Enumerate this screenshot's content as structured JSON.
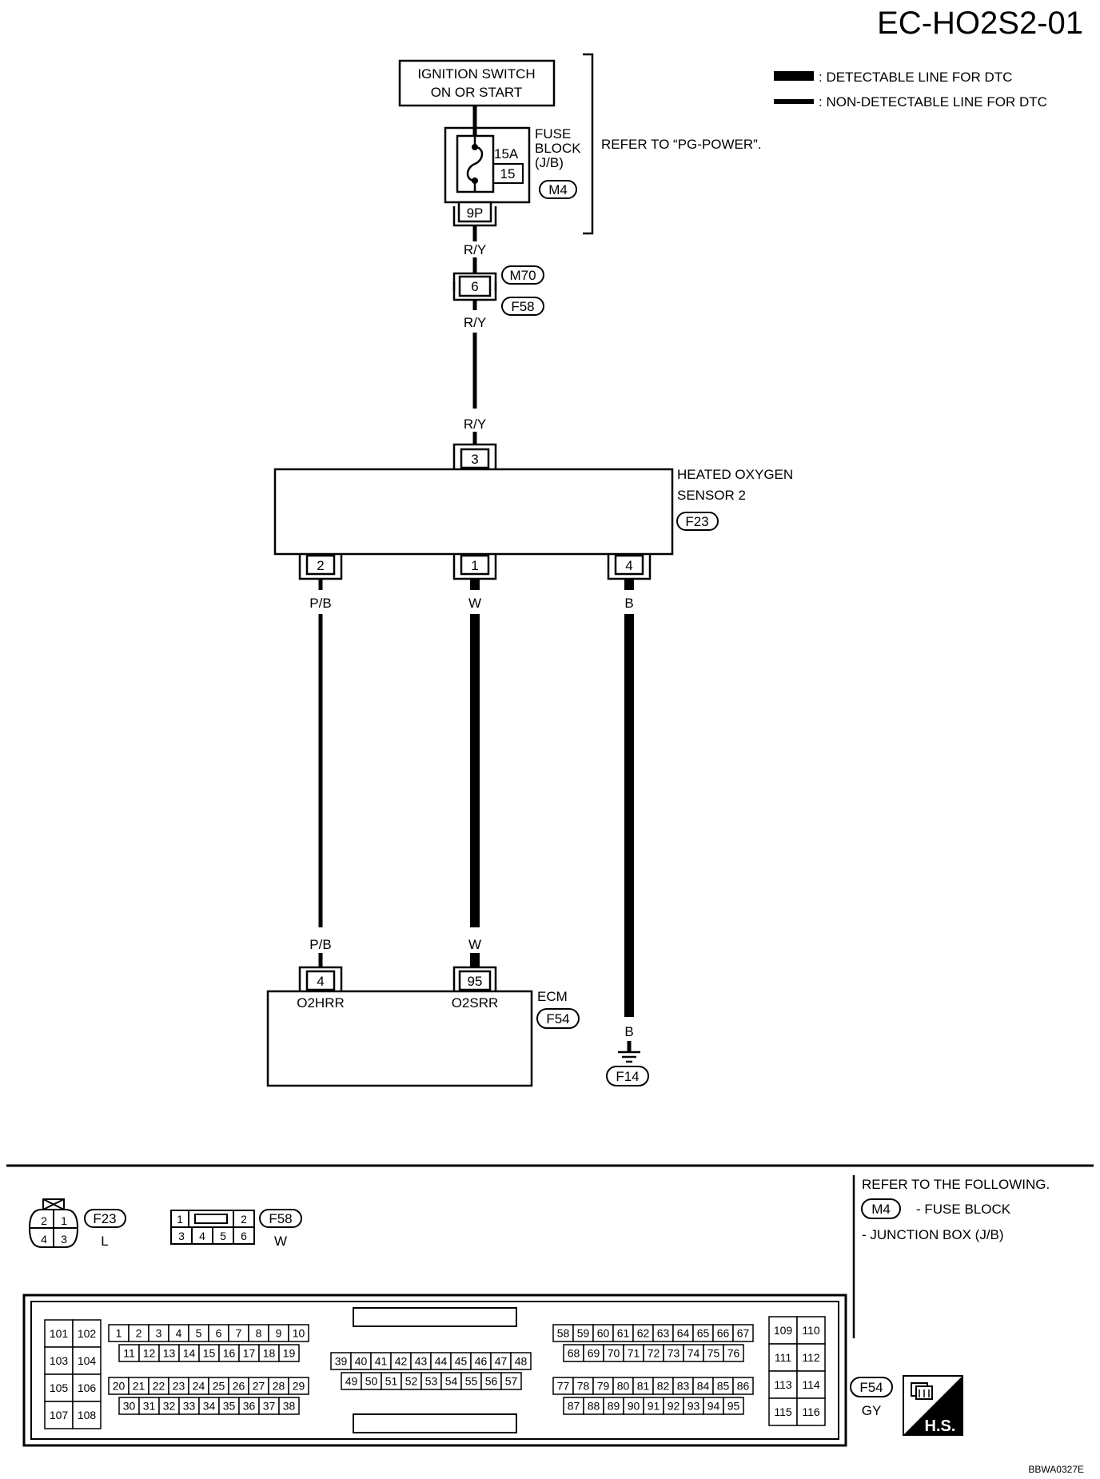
{
  "page_title": "EC-HO2S2-01",
  "legend": {
    "detectable": ": DETECTABLE LINE FOR DTC",
    "non_detectable": ": NON-DETECTABLE LINE FOR DTC"
  },
  "ignition_switch": {
    "line1": "IGNITION SWITCH",
    "line2": "ON OR START"
  },
  "fuse_block": {
    "label1": "FUSE",
    "label2": "BLOCK",
    "label3": "(J/B)",
    "amperage": "15A",
    "fuse_number": "15",
    "connector": "M4",
    "terminal": "9P",
    "refer": "REFER TO “PG-POWER”."
  },
  "wires": {
    "ry": "R/Y",
    "pb": "P/B",
    "w": "W",
    "b": "B"
  },
  "joint_connector": {
    "pin": "6",
    "conn_a": "M70",
    "conn_b": "F58"
  },
  "sensor": {
    "line1": "HEATED OXYGEN",
    "line2": "SENSOR 2",
    "connector": "F23",
    "pin_top": "3",
    "pin_left": "2",
    "pin_mid": "1",
    "pin_right": "4"
  },
  "ecm": {
    "label": "ECM",
    "connector": "F54",
    "pin_left": "4",
    "pin_left_name": "O2HRR",
    "pin_right": "95",
    "pin_right_name": "O2SRR"
  },
  "ground": {
    "connector": "F14"
  },
  "refer_block": {
    "line1": "REFER TO THE FOLLOWING.",
    "connector": "M4",
    "line2": "- FUSE BLOCK",
    "line3": "- JUNCTION BOX (J/B)"
  },
  "conn_f23": {
    "id": "F23",
    "color": "L",
    "pins": [
      "2",
      "1",
      "4",
      "3"
    ]
  },
  "conn_f58": {
    "id": "F58",
    "color": "W",
    "pins_top": [
      "1",
      "2"
    ],
    "pins_bottom": [
      "3",
      "4",
      "5",
      "6"
    ]
  },
  "conn_f54": {
    "id": "F54",
    "color": "GY",
    "hs_badge": "H.S."
  },
  "ecm_pins": {
    "c1": [
      [
        "101",
        "102"
      ],
      [
        "103",
        "104"
      ],
      [
        "105",
        "106"
      ],
      [
        "107",
        "108"
      ]
    ],
    "r1": [
      "1",
      "2",
      "3",
      "4",
      "5",
      "6",
      "7",
      "8",
      "9",
      "10"
    ],
    "r2": [
      "11",
      "12",
      "13",
      "14",
      "15",
      "16",
      "17",
      "18",
      "19"
    ],
    "r3": [
      "20",
      "21",
      "22",
      "23",
      "24",
      "25",
      "26",
      "27",
      "28",
      "29"
    ],
    "r4": [
      "30",
      "31",
      "32",
      "33",
      "34",
      "35",
      "36",
      "37",
      "38"
    ],
    "m1": [
      "39",
      "40",
      "41",
      "42",
      "43",
      "44",
      "45",
      "46",
      "47",
      "48"
    ],
    "m2": [
      "49",
      "50",
      "51",
      "52",
      "53",
      "54",
      "55",
      "56",
      "57"
    ],
    "g1": [
      "58",
      "59",
      "60",
      "61",
      "62",
      "63",
      "64",
      "65",
      "66",
      "67"
    ],
    "g2": [
      "68",
      "69",
      "70",
      "71",
      "72",
      "73",
      "74",
      "75",
      "76"
    ],
    "g3": [
      "77",
      "78",
      "79",
      "80",
      "81",
      "82",
      "83",
      "84",
      "85",
      "86"
    ],
    "g4": [
      "87",
      "88",
      "89",
      "90",
      "91",
      "92",
      "93",
      "94",
      "95"
    ],
    "c2": [
      [
        "109",
        "110"
      ],
      [
        "111",
        "112"
      ],
      [
        "113",
        "114"
      ],
      [
        "115",
        "116"
      ]
    ]
  },
  "figure_code": "BBWA0327E"
}
